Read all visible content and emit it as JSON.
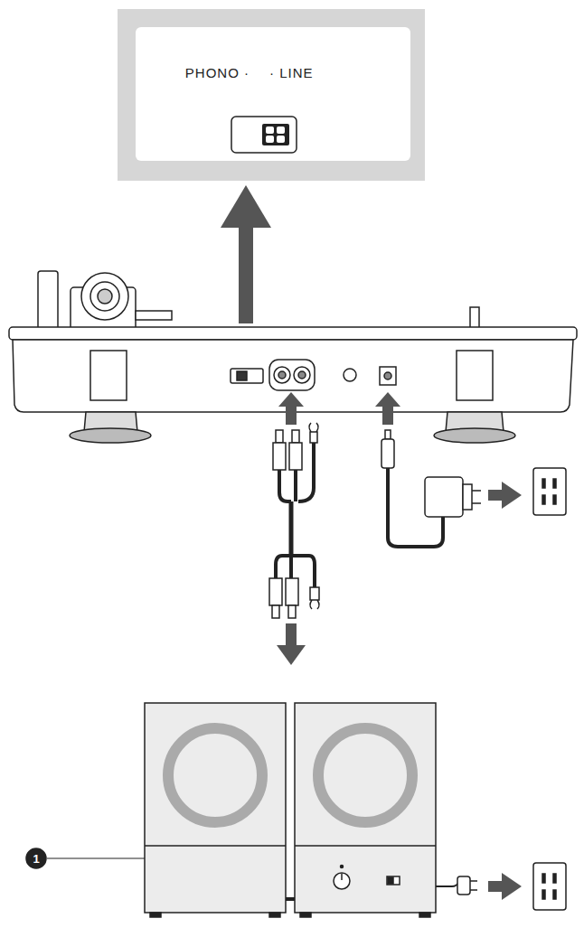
{
  "diagram": {
    "nodes": [
      {
        "text": [
          "PHONO ·",
          "· LINE"
        ]
      }
    ],
    "labels": [
      "1"
    ]
  }
}
